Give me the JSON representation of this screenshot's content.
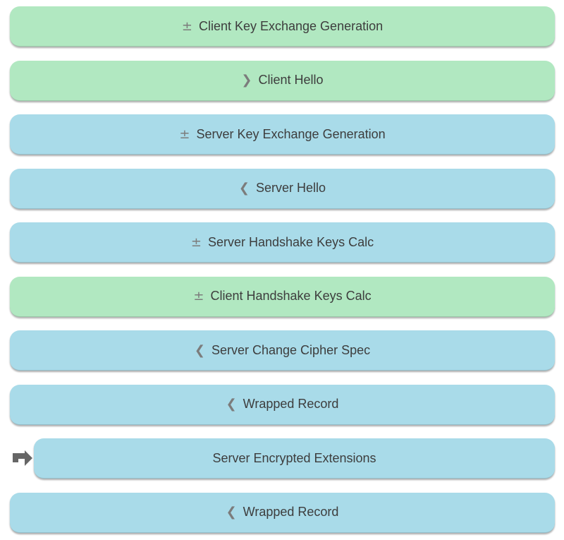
{
  "steps": [
    {
      "prefix": "±",
      "label": "Client Key Exchange Generation",
      "side": "client"
    },
    {
      "prefix": "❯",
      "label": "Client Hello",
      "side": "client"
    },
    {
      "prefix": "±",
      "label": "Server Key Exchange Generation",
      "side": "server"
    },
    {
      "prefix": "❮",
      "label": "Server Hello",
      "side": "server"
    },
    {
      "prefix": "±",
      "label": "Server Handshake Keys Calc",
      "side": "server"
    },
    {
      "prefix": "±",
      "label": "Client Handshake Keys Calc",
      "side": "client"
    },
    {
      "prefix": "❮",
      "label": "Server Change Cipher Spec",
      "side": "server"
    },
    {
      "prefix": "❮",
      "label": "Wrapped Record",
      "side": "server"
    },
    {
      "label": "Server Encrypted Extensions",
      "side": "server",
      "current": true
    },
    {
      "prefix": "❮",
      "label": "Wrapped Record",
      "side": "server"
    }
  ],
  "icons": {
    "plus_minus": "plus-minus-icon",
    "chevron_right": "right-chevron-icon",
    "chevron_left": "left-chevron-icon",
    "pointer": "current-step-pointer-arrow-icon"
  },
  "colors": {
    "client_box_bg": "#b1e8c1",
    "server_box_bg": "#a9dbe9",
    "label_text": "#3d3d3d",
    "prefix_glyph": "#7c7c7c",
    "pointer_arrow": "#666666",
    "page_bg": "#ffffff"
  }
}
